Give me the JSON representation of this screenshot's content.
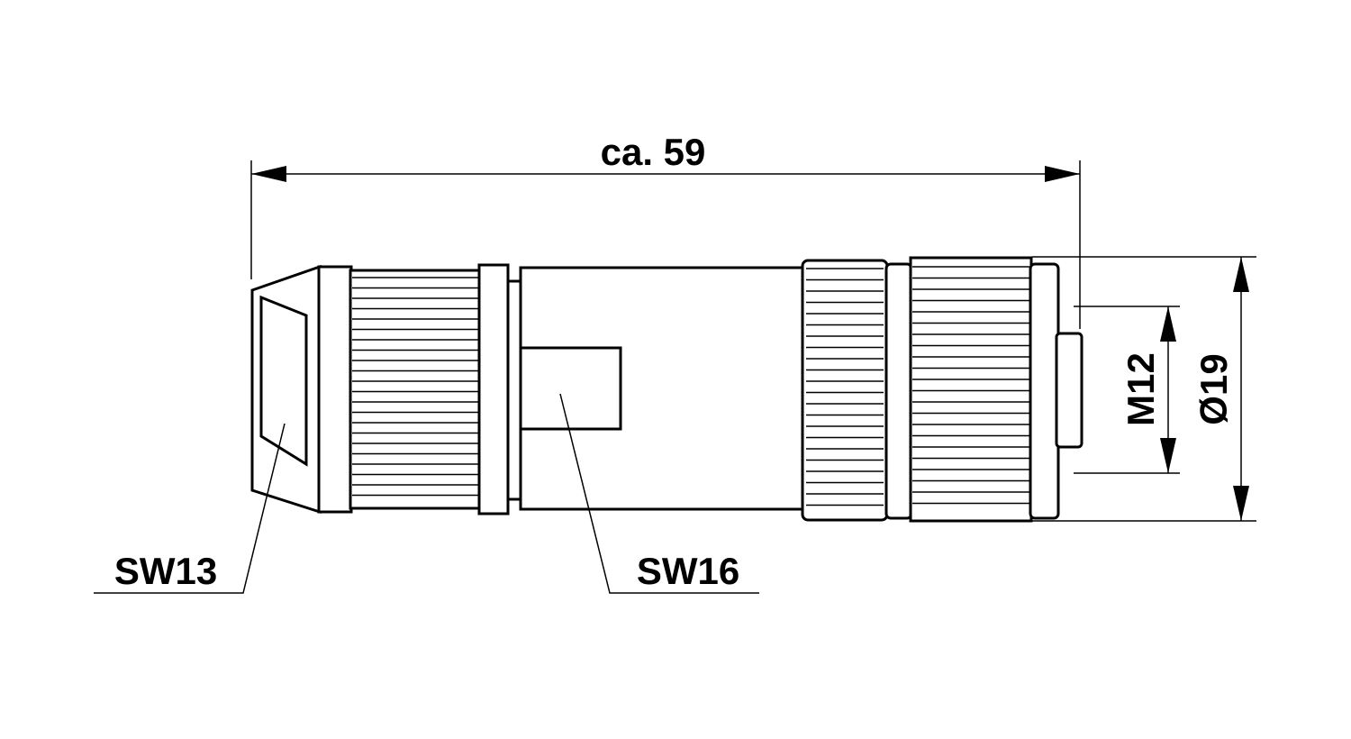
{
  "dimensions": {
    "overall_length": "ca. 59",
    "thread": "M12",
    "diameter": "Ø19"
  },
  "callouts": {
    "left_wrench": "SW13",
    "middle_wrench": "SW16"
  },
  "colors": {
    "stroke": "#000000",
    "background": "#ffffff"
  }
}
